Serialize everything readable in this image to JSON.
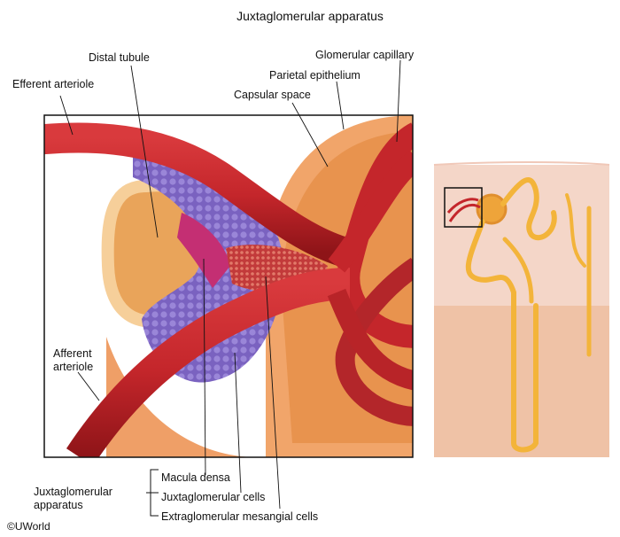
{
  "title": "Juxtaglomerular apparatus",
  "labels": {
    "efferent_arteriole": "Efferent arteriole",
    "distal_tubule": "Distal tubule",
    "glomerular_capillary": "Glomerular capillary",
    "parietal_epithelium": "Parietal epithelium",
    "capsular_space": "Capsular space",
    "afferent_arteriole_1": "Afferent",
    "afferent_arteriole_2": "arteriole",
    "macula_densa": "Macula densa",
    "juxtaglomerular_cells": "Juxtaglomerular cells",
    "extraglomerular_mesangial_cells": "Extraglomerular mesangial cells",
    "jga_bracket_1": "Juxtaglomerular",
    "jga_bracket_2": "apparatus"
  },
  "copyright": "©UWorld",
  "colors": {
    "arteriole": "#c4262b",
    "arteriole_dark": "#8e1418",
    "capsule": "#e8934e",
    "tubule": "#e9a45a",
    "mesangial": "#7a62c0",
    "macula_densa": "#c42f73",
    "nephron": "#f3b43a",
    "cortex": "#f4d6c8",
    "medulla": "#efc2a6"
  }
}
